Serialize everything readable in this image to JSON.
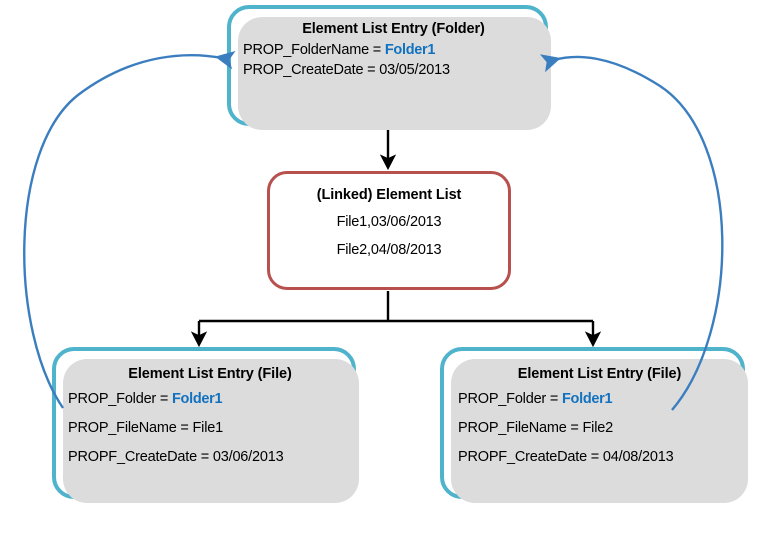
{
  "diagram": {
    "title": "Element List linkage diagram",
    "colors": {
      "teal_border": "#4FB3CC",
      "red_border": "#B8504E",
      "highlight_blue": "#1272C0",
      "curve_blue": "#3B7EBF",
      "arrow_black": "#000000",
      "shadow_grey": "#DCDCDC",
      "background": "#FFFFFF"
    },
    "nodes": {
      "folder": {
        "title": "Element List Entry (Folder)",
        "rows": [
          {
            "label": "PROP_FolderName = ",
            "value": "Folder1",
            "highlight": true
          },
          {
            "label": "PROP_CreateDate = 03/05/2013",
            "value": "",
            "highlight": false
          }
        ]
      },
      "linked": {
        "title": "(Linked) Element List",
        "rows": [
          {
            "label": "File1,03/06/2013",
            "value": "",
            "highlight": false
          },
          {
            "label": "File2,04/08/2013",
            "value": "",
            "highlight": false
          }
        ]
      },
      "file1": {
        "title": "Element List Entry (File)",
        "rows": [
          {
            "label": "PROP_Folder = ",
            "value": "Folder1",
            "highlight": true
          },
          {
            "label": "PROP_FileName = File1",
            "value": "",
            "highlight": false
          },
          {
            "label": "PROPF_CreateDate = 03/06/2013",
            "value": "",
            "highlight": false
          }
        ]
      },
      "file2": {
        "title": "Element List Entry (File)",
        "rows": [
          {
            "label": "PROP_Folder = ",
            "value": "Folder1",
            "highlight": true
          },
          {
            "label": "PROP_FileName = File2",
            "value": "",
            "highlight": false
          },
          {
            "label": "PROPF_CreateDate = 04/08/2013",
            "value": "",
            "highlight": false
          }
        ]
      }
    },
    "connectors": [
      {
        "name": "folder-to-linked",
        "style": "black-arrow",
        "from": "folder",
        "to": "linked"
      },
      {
        "name": "linked-to-file1",
        "style": "black-arrow",
        "from": "linked",
        "to": "file1"
      },
      {
        "name": "linked-to-file2",
        "style": "black-arrow",
        "from": "linked",
        "to": "file2"
      },
      {
        "name": "file1-folder-ref-to-folder",
        "style": "blue-curve",
        "from": "file1",
        "to": "folder"
      },
      {
        "name": "file2-folder-ref-to-folder",
        "style": "blue-curve",
        "from": "file2",
        "to": "folder"
      }
    ]
  }
}
